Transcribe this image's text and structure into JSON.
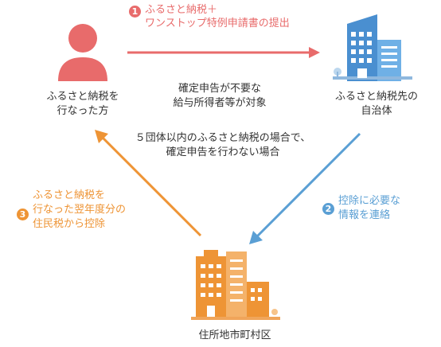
{
  "step1": {
    "number": "1",
    "label_line1": "ふるさと納税＋",
    "label_line2": "ワンストップ特例申請書の提出"
  },
  "step2": {
    "number": "2",
    "label_line1": "控除に必要な",
    "label_line2": "情報を連絡"
  },
  "step3": {
    "number": "3",
    "label_line1": "ふるさと納税を",
    "label_line2": "行なった翌年度分の",
    "label_line3": "住民税から控除"
  },
  "donor": {
    "line1": "ふるさと納税を",
    "line2": "行なった方",
    "icon": "person-icon"
  },
  "recipient": {
    "line1": "ふるさと納税先の",
    "line2": "自治体",
    "icon": "building-icon"
  },
  "municipality": {
    "label": "住所地市町村区",
    "icon": "city-buildings-icon"
  },
  "condition": {
    "line1": "確定申告が不要な",
    "line2": "給与所得者等が対象"
  },
  "note": {
    "line1": "５団体以内のふるさと納税の場合で、",
    "line2": "確定申告を行わない場合"
  },
  "colors": {
    "red": "#e86b6b",
    "blue": "#5a9fd4",
    "orange": "#ee9435"
  }
}
